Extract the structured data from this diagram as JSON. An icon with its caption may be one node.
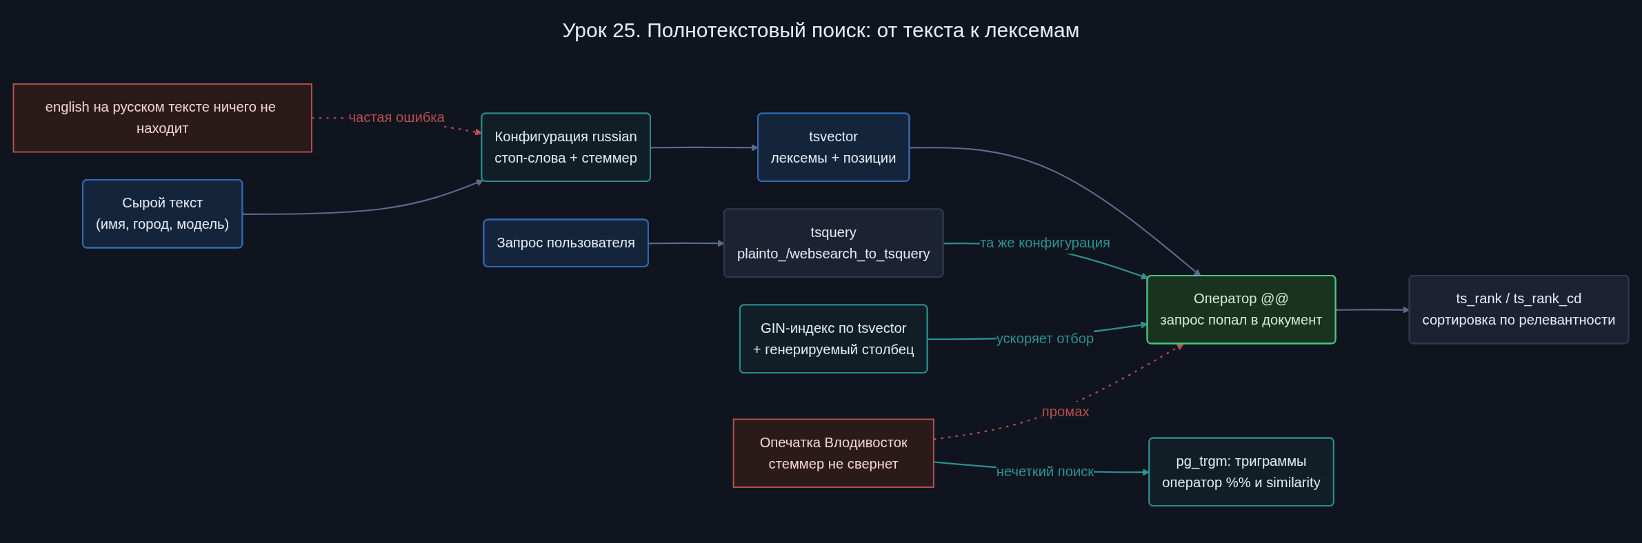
{
  "diagram": {
    "title": "Урок 25. Полнотекстовый поиск: от текста к лексемам",
    "nodes": [
      {
        "text": [
          "english на русском тексте ничего не находит"
        ]
      },
      {
        "text": [
          "Сырой текст",
          "(имя, город, модель)"
        ]
      },
      {
        "text": [
          "Конфигурация russian",
          "стоп-слова + стеммер"
        ]
      },
      {
        "text": [
          "tsvector",
          "лексемы + позиции"
        ]
      },
      {
        "text": [
          "Запрос пользователя"
        ]
      },
      {
        "text": [
          "tsquery",
          "plainto_/websearch_to_tsquery"
        ]
      },
      {
        "text": [
          "Оператор @@",
          "запрос попал в документ"
        ]
      },
      {
        "text": [
          "GIN-индекс по tsvector",
          "+ генерируемый столбец"
        ]
      },
      {
        "text": [
          "ts_rank / ts_rank_cd",
          "сортировка по релевантности"
        ]
      },
      {
        "text": [
          "Опечатка Влодивосток",
          "стеммер не свернет"
        ]
      },
      {
        "text": [
          "pg_trgm: триграммы",
          "оператор %% и similarity"
        ]
      }
    ],
    "edges": [
      {
        "from": 0,
        "to": 2,
        "arrow": "to",
        "label": "частая ошибка",
        "style": "dashed",
        "color": "#b5524e"
      },
      {
        "from": 1,
        "to": 2,
        "arrow": "to"
      },
      {
        "from": 2,
        "to": 3,
        "arrow": "to"
      },
      {
        "from": 3,
        "to": 6,
        "arrow": "to"
      },
      {
        "from": 4,
        "to": 5,
        "arrow": "to"
      },
      {
        "from": 5,
        "to": 6,
        "arrow": "to",
        "label": "та же конфигурация",
        "color": "#2b9490"
      },
      {
        "from": 7,
        "to": 6,
        "arrow": "to",
        "label": "ускоряет отбор",
        "color": "#2b9490"
      },
      {
        "from": 9,
        "to": 6,
        "arrow": "to",
        "label": "промах",
        "style": "dashed",
        "color": "#b5524e"
      },
      {
        "from": 6,
        "to": 8,
        "arrow": "to"
      },
      {
        "from": 9,
        "to": 10,
        "arrow": "to",
        "label": "нечеткий поиск",
        "color": "#2b9490"
      }
    ]
  }
}
